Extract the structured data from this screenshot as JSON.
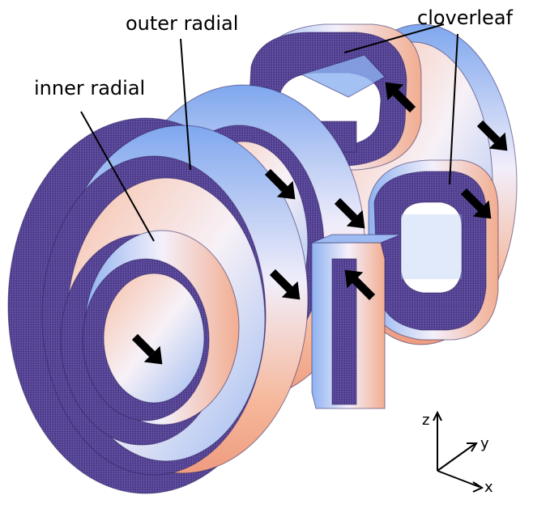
{
  "labels": {
    "outer_radial": "outer radial",
    "cloverleaf": "cloverleaf",
    "inner_radial": "inner radial"
  },
  "axes": {
    "z": "z",
    "y": "y",
    "x": "x"
  },
  "colors": {
    "side_face": "#5b4a9c",
    "side_face_dark": "#3f2f7e",
    "surface_blue": "#86aef0",
    "surface_light": "#eef0fb",
    "surface_peach": "#f3a98a",
    "arrow": "#000000"
  }
}
